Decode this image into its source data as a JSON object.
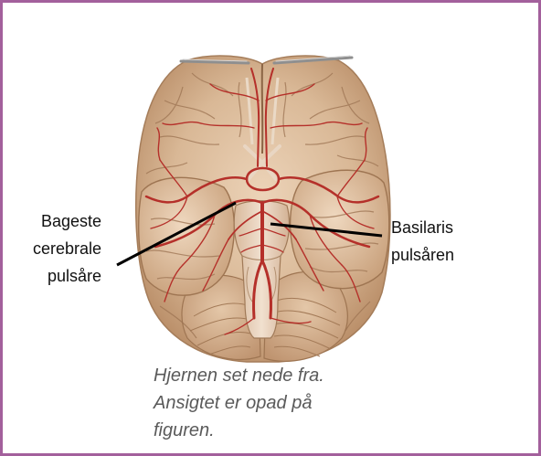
{
  "figure": {
    "border_color": "#a3609c",
    "vessel_color": "#b5302a",
    "brain_color": "#d9b896",
    "pointer_color": "#000000"
  },
  "labels": {
    "posterior_cerebral": {
      "lines": [
        "Bageste",
        "cerebrale",
        "pulsåre"
      ]
    },
    "basilar": {
      "lines": [
        "Basilaris",
        "pulsåren"
      ]
    }
  },
  "caption": {
    "lines": [
      "Hjernen set nede fra.",
      "Ansigtet er opad på",
      "figuren."
    ]
  }
}
